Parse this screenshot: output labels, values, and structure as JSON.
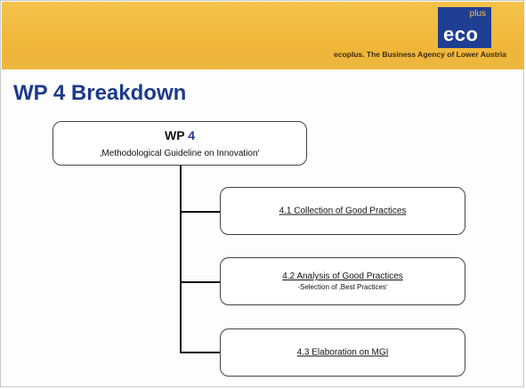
{
  "header": {
    "logo_text": "eco",
    "logo_superscript": "plus",
    "tagline": "ecoplus. The Business Agency of Lower Austria",
    "background_color": "#efb63a",
    "logo_color": "#1f3f93"
  },
  "slide": {
    "title": "WP 4 Breakdown",
    "title_color": "#1d3a8a"
  },
  "diagram": {
    "root": {
      "prefix": "WP",
      "number": "4",
      "subtitle": "‚Methodological Guideline on Innovation‘"
    },
    "children": [
      {
        "label": "4.1 Collection of Good Practices",
        "note": ""
      },
      {
        "label": "4.2 Analysis of Good Practices",
        "note": "-Selection of ‚Best Practices‘"
      },
      {
        "label": "4.3 Elaboration on MGI",
        "note": ""
      }
    ]
  }
}
